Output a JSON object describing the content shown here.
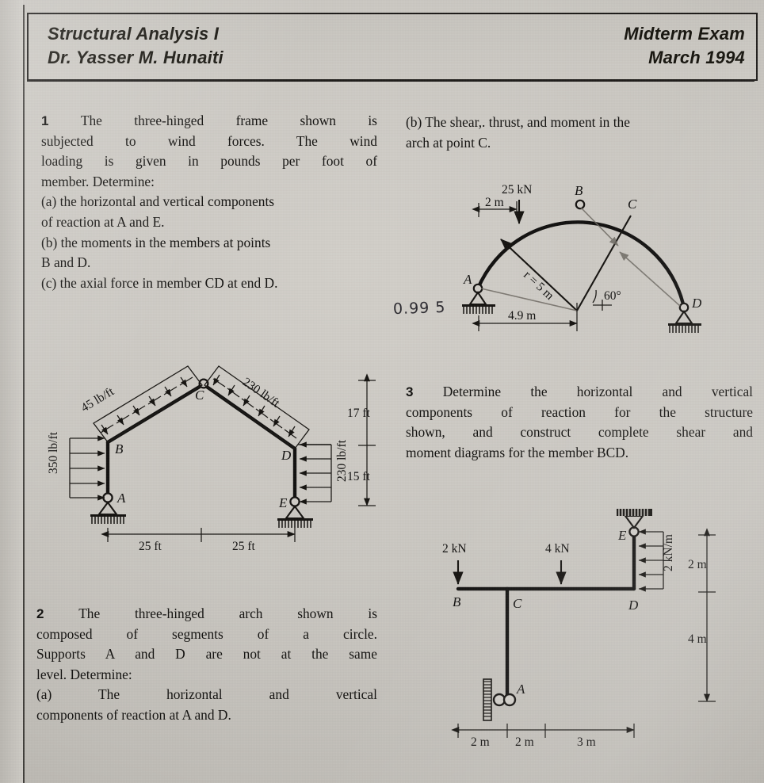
{
  "header": {
    "course": "Structural Analysis I",
    "instructor": "Dr. Yasser M. Hunaiti",
    "exam": "Midterm Exam",
    "date": "March  1994"
  },
  "questions": {
    "q1": {
      "number": "1",
      "intro": "The three-hinged frame shown is subjected to wind forces. The wind loading is given in pounds per foot of member. Determine:",
      "line1": "The",
      "line2": "three-hinged",
      "line3": "frame",
      "line4": "shown",
      "line5": "is",
      "l2": "subjected to wind forces. The wind",
      "l3": "loading is given in pounds per foot of",
      "l4": "member. Determine:",
      "a": "(a) the horizontal and vertical components",
      "a2": "of reaction at A and E.",
      "b": "(b) the moments in the members at points",
      "b2": "B and D.",
      "c": "(c) the axial force in member CD at end D."
    },
    "q1b": {
      "b_line1": "(b) The shear,. thrust, and moment in the",
      "b_line2": "arch at point C."
    },
    "q2": {
      "number": "2",
      "l1a": "The",
      "l1b": "three-hinged",
      "l1c": "arch",
      "l1d": "shown",
      "l1e": "is",
      "l2": "composed of segments of a circle.",
      "l3": "Supports A and D are not at the same",
      "l4": "level. Determine:",
      "l5a": "(a)",
      "l5b": "The",
      "l5c": "horizontal",
      "l5d": "and",
      "l5e": "vertical",
      "l6": "components of reaction at A and D."
    },
    "q3": {
      "number": "3",
      "l1a": "Determine",
      "l1b": "the",
      "l1c": "horizontal",
      "l1d": "and",
      "l1e": "vertical",
      "l2": "components of reaction for the structure",
      "l3": "shown, and construct complete shear and",
      "l4": "moment diagrams for the member BCD."
    }
  },
  "annotation": {
    "handwritten": "0.99 5"
  },
  "arch_diagram": {
    "load_label": "25 kN",
    "offset_dim": "2 m",
    "radius_label": "r = 5 m",
    "span_dim": "4.9 m",
    "angle_label": "60°",
    "point_a": "A",
    "point_b": "B",
    "point_c": "C",
    "point_d": "D"
  },
  "frame_diagram": {
    "load_left_roof": "45 lb/ft",
    "load_right_roof": "230 lb/ft",
    "load_left_wall": "350 lb/ft",
    "load_right_wall": "230 lb/ft",
    "height_upper": "17 ft",
    "height_lower": "15 ft",
    "span_left": "25 ft",
    "span_right": "25 ft",
    "point_a": "A",
    "point_b": "B",
    "point_c": "C",
    "point_d": "D",
    "point_e": "E"
  },
  "beam_diagram": {
    "load_b": "2 kN",
    "load_c": "4 kN",
    "load_dist": "2 kN/m",
    "dim_1": "2 m",
    "dim_2": "2 m",
    "dim_3": "3 m",
    "vdim_1": "2 m",
    "vdim_2": "4 m",
    "point_a": "A",
    "point_b": "B",
    "point_c": "C",
    "point_d": "D",
    "point_e": "E"
  },
  "colors": {
    "paper": "#cac7c1",
    "ink": "#131210",
    "pen": "#2c2a30"
  }
}
